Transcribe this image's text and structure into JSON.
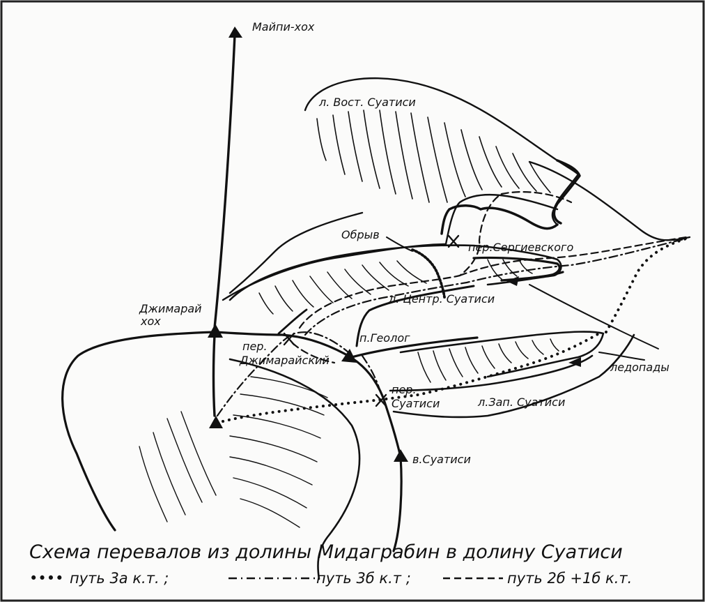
{
  "colors": {
    "ink": "#111111",
    "paper": "#fbfbfa",
    "frame": "#222222"
  },
  "peaks": {
    "maipi": "Майпи-хох",
    "dzhimarai_line1": "Джимарай",
    "dzhimarai_line2": "хох",
    "suatisi": "в.Суатиси"
  },
  "glaciers": {
    "east": "л. Вост. Суатиси",
    "central": "л. Центр. Суатиси",
    "west": "л.Зап. Суатиси",
    "icefalls": "ледопады"
  },
  "passes": {
    "sergievsky": "пер.Сергиевского",
    "geolog": "п.Геолог",
    "dzhimaraisky_line1": "пер.",
    "dzhimaraisky_line2": "Джимарайский",
    "suatisi_line1": "пер.",
    "suatisi_line2": "Суатиси"
  },
  "features": {
    "cliff": "Обрыв"
  },
  "caption": {
    "title": "Схема перевалов из долины Мидаграбин в долину Суатиси",
    "legend_dotted_symbol": "••••",
    "legend_dotted_text": "путь 3а к.т. ;",
    "legend_dashdot_text": "путь 3б к.т ;",
    "legend_dashed_text": "путь 2б +1б к.т."
  }
}
